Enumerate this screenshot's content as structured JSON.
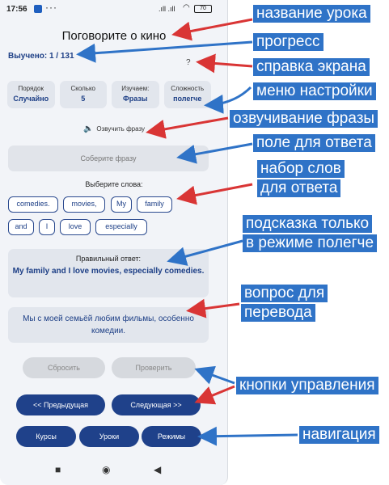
{
  "status": {
    "time": "17:56",
    "dots": "···",
    "signal": ".ıll .ıll",
    "wifi": "◠",
    "battery": "70"
  },
  "screen": {
    "title": "Поговорите о кино",
    "progress": "Выучено: 1 / 131",
    "help": "?",
    "settings": [
      {
        "label": "Порядок",
        "value": "Случайно"
      },
      {
        "label": "Сколько",
        "value": "5"
      },
      {
        "label": "Изучаем:",
        "value": "Фразы"
      },
      {
        "label": "Сложность",
        "value": "полегче"
      }
    ],
    "speak_label": "Озвучить фразу",
    "answer_placeholder": "Соберите фразу",
    "choose_words": "Выберите слова:",
    "word_chips": [
      "comedies.",
      "movies,",
      "My",
      "family",
      "and",
      "I",
      "love",
      "especially"
    ],
    "hint_label": "Правильный ответ:",
    "hint_text": "My family and I love movies, especially comedies.",
    "question": "Мы с моей семьёй любим фильмы, особенно комедии.",
    "buttons": {
      "reset": "Сбросить",
      "check": "Проверить",
      "prev": "<< Предыдущая",
      "next": "Следующая >>",
      "courses": "Курсы",
      "lessons": "Уроки",
      "modes": "Режимы"
    },
    "android_nav": {
      "square": "■",
      "circle": "◉",
      "back": "◀"
    }
  },
  "annotations": [
    {
      "text": "название урока",
      "color": "#d93535"
    },
    {
      "text": "прогресс",
      "color": "#2f73c7"
    },
    {
      "text": "справка экрана",
      "color": "#2f73c7"
    },
    {
      "text": "меню настройки",
      "color": "#2f73c7"
    },
    {
      "text": "озвучивание фразы",
      "color": "#2f73c7"
    },
    {
      "text": "поле для ответа",
      "color": "#2f73c7"
    },
    {
      "text": "набор слов",
      "color": "#2f73c7"
    },
    {
      "text": "для ответа",
      "color": "#2f73c7"
    },
    {
      "text": "подсказка только",
      "color": "#2f73c7"
    },
    {
      "text": "в режиме полегче",
      "color": "#2f73c7"
    },
    {
      "text": "вопрос для",
      "color": "#2f73c7"
    },
    {
      "text": "перевода",
      "color": "#2f73c7"
    },
    {
      "text": "кнопки управления",
      "color": "#2f73c7"
    },
    {
      "text": "навигация",
      "color": "#2f73c7"
    }
  ]
}
